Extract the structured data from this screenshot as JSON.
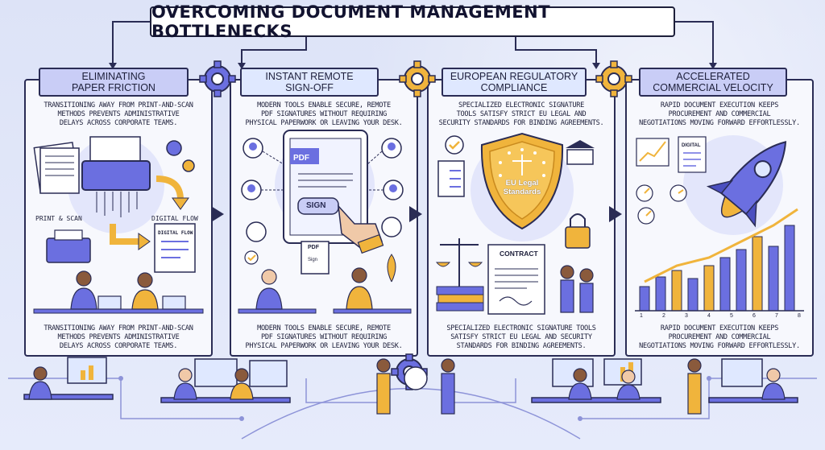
{
  "title": "OVERCOMING DOCUMENT MANAGEMENT BOTTLENECKS",
  "panels": [
    {
      "heading": "ELIMINATING\nPAPER FRICTION",
      "intro": "TRANSITIONING AWAY FROM PRINT-AND-SCAN\nMETHODS PREVENTS ADMINISTRATIVE\nDELAYS ACROSS CORPORATE TEAMS.",
      "labels": [
        "PRINT & SCAN",
        "DIGITAL FLOW"
      ],
      "doc_label": "DIGITAL FLOW",
      "outro": "TRANSITIONING AWAY FROM PRINT-AND-SCAN\nMETHODS PREVENTS ADMINISTRATIVE\nDELAYS ACROSS CORPORATE TEAMS."
    },
    {
      "heading": "INSTANT REMOTE\nSIGN-OFF",
      "intro": "MODERN TOOLS ENABLE SECURE, REMOTE\nPDF SIGNATURES WITHOUT REQUIRING\nPHYSICAL PAPERWORK OR LEAVING YOUR DESK.",
      "pdf_label": "PDF",
      "sign_label": "SIGN",
      "small_pdf": "PDF",
      "small_sign": "Sign",
      "outro": "MODERN TOOLS ENABLE SECURE, REMOTE\nPDF SIGNATURES WITHOUT REQUIRING\nPHYSICAL PAPERWORK OR LEAVING YOUR DESK."
    },
    {
      "heading": "EUROPEAN REGULATORY\nCOMPLIANCE",
      "intro": "SPECIALIZED ELECTRONIC SIGNATURE\nTOOLS SATISFY STRICT EU LEGAL AND\nSECURITY STANDARDS FOR BINDING AGREEMENTS.",
      "shield_line1": "EU Legal",
      "shield_line2": "Standards",
      "contract_label": "CONTRACT",
      "outro": "SPECIALIZED ELECTRONIC SIGNATURE TOOLS\nSATISFY STRICT EU LEGAL AND SECURITY\nSTANDARDS FOR BINDING AGREEMENTS."
    },
    {
      "heading": "ACCELERATED\nCOMMERCIAL VELOCITY",
      "intro": "RAPID DOCUMENT EXECUTION KEEPS\nPROCUREMENT AND COMMERCIAL\nNEGOTIATIONS MOVING FORWARD EFFORTLESSLY.",
      "doc_label": "DIGITAL",
      "axis_ticks": [
        "1",
        "2",
        "3",
        "4",
        "5",
        "6",
        "7",
        "8"
      ],
      "outro": "RAPID DOCUMENT EXECUTION KEEPS\nPROCUREMENT AND COMMERCIAL\nNEGOTIATIONS MOVING FORWARD EFFORTLESSLY."
    }
  ],
  "colors": {
    "navy": "#2a2c55",
    "purple": "#6b6fe0",
    "lavender": "#c9cdf6",
    "gold": "#f0b43c",
    "background": "#dde3f7"
  }
}
